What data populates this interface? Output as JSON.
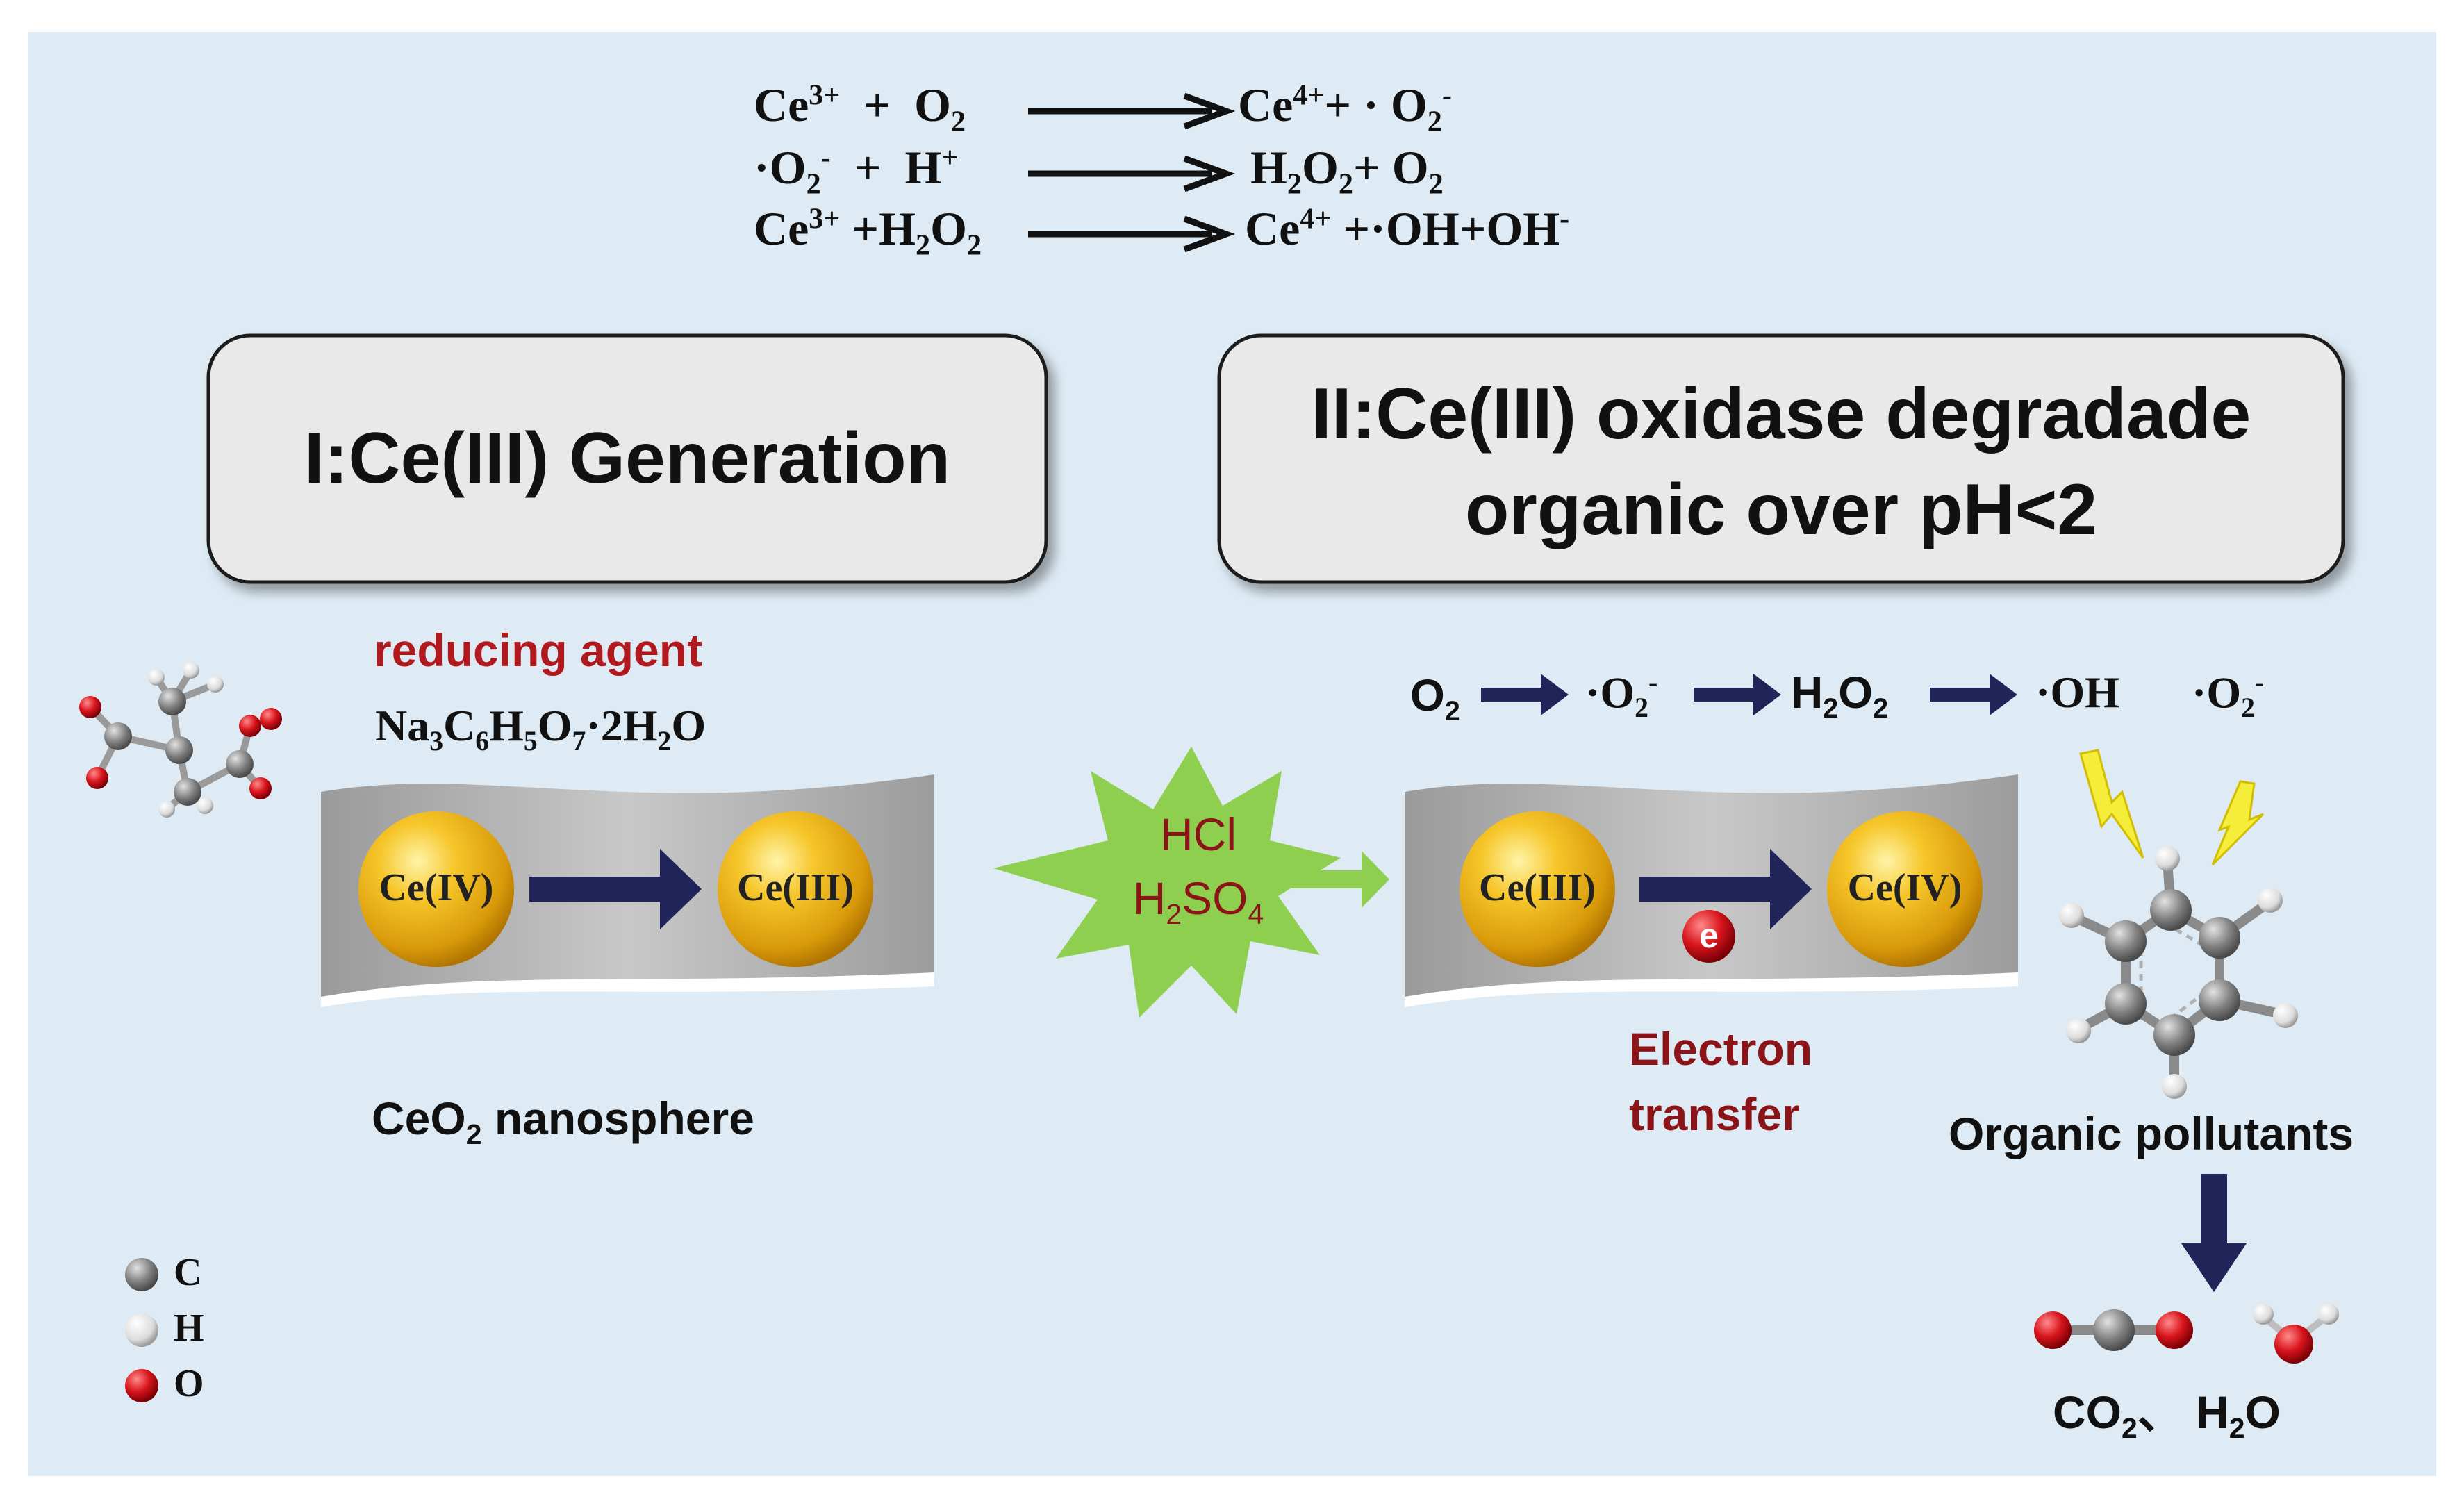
{
  "equations": [
    {
      "left": [
        "Ce",
        {
          "sup": "3+"
        },
        "  +  O",
        {
          "sub": "2"
        }
      ],
      "right": [
        "Ce",
        {
          "sup": "4+"
        },
        "+ · O",
        {
          "sub": "2"
        },
        {
          "sup": "-"
        }
      ]
    },
    {
      "left": [
        "·O",
        {
          "sub": "2"
        },
        {
          "sup": "-"
        },
        "  +  H",
        {
          "sup": "+"
        }
      ],
      "right": [
        "H",
        {
          "sub": "2"
        },
        "O",
        {
          "sub": "2"
        },
        "+ O",
        {
          "sub": "2"
        }
      ]
    },
    {
      "left": [
        "Ce",
        {
          "sup": "3+"
        },
        " +H",
        {
          "sub": "2"
        },
        "O",
        {
          "sub": "2"
        }
      ],
      "right": [
        "Ce",
        {
          "sup": "4+"
        },
        " +·OH+OH",
        {
          "sup": "-"
        }
      ]
    }
  ],
  "panels": {
    "stage1_title": "I:Ce(III) Generation",
    "stage2_title_line1": "II:Ce(III) oxidase degradade",
    "stage2_title_line2": "organic over pH<2"
  },
  "stage1": {
    "reducing_agent_label": "reducing agent",
    "reducing_agent_formula": [
      "Na",
      {
        "sub": "3"
      },
      "C",
      {
        "sub": "6"
      },
      "H",
      {
        "sub": "5"
      },
      "O",
      {
        "sub": "7"
      },
      "·2H",
      {
        "sub": "2"
      },
      "O"
    ],
    "left_sphere": "Ce(IV)",
    "right_sphere": "Ce(III)",
    "caption": [
      "CeO",
      {
        "sub": "2"
      },
      " nanosphere"
    ]
  },
  "acid": {
    "line1": "HCl",
    "line2": [
      "H",
      {
        "sub": "2"
      },
      "SO",
      {
        "sub": "4"
      }
    ]
  },
  "stage2": {
    "chain": {
      "o2": [
        "O",
        {
          "sub": "2"
        }
      ],
      "superoxide": [
        "·O",
        {
          "sub": "2"
        },
        {
          "sup": "-"
        }
      ],
      "h2o2": [
        "H",
        {
          "sub": "2"
        },
        "O",
        {
          "sub": "2"
        }
      ],
      "oh": "·OH",
      "superoxide2": [
        "·O",
        {
          "sub": "2"
        },
        {
          "sup": "-"
        }
      ]
    },
    "left_sphere": "Ce(III)",
    "right_sphere": "Ce(IV)",
    "electron": "e",
    "electron_label_line1": "Electron",
    "electron_label_line2": "transfer",
    "pollutant_label": "Organic pollutants",
    "products_label": [
      "CO",
      {
        "sub": "2"
      },
      "、 H",
      {
        "sub": "2"
      },
      "O"
    ]
  },
  "legend": [
    {
      "symbol": "C",
      "color": "#7f7f7f"
    },
    {
      "symbol": "H",
      "color": "#ececec"
    },
    {
      "symbol": "O",
      "color": "#d8141c"
    }
  ],
  "colors": {
    "background": "#deebf4",
    "panel_fill": "#e9e9e9",
    "dark_red_text": "#8b1418",
    "bright_red_text": "#b01a1f",
    "navy_arrow": "#202458",
    "green_burst": "#8fcf4f",
    "gold_sphere": "#f2b51a",
    "lightning": "#f4ee3a"
  }
}
